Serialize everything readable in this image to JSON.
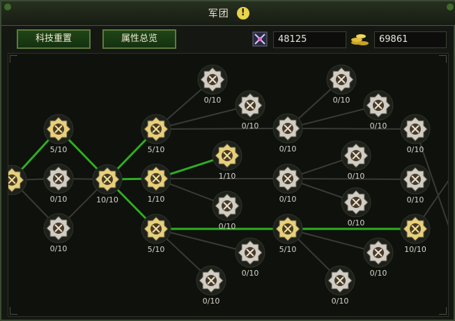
{
  "window": {
    "title": "军团"
  },
  "toolbar": {
    "tech_reset_label": "科技重置",
    "attributes_overview_label": "属性总览"
  },
  "resources": [
    {
      "icon": "crossed-swords-icon",
      "value": "48125"
    },
    {
      "icon": "gold-coins-icon",
      "value": "69861"
    }
  ],
  "colors": {
    "active_link": "#2fae22",
    "inactive_link": "#3a3a36",
    "node_gold": "#e6d07a"
  },
  "tech_nodes": [
    {
      "id": "n1",
      "icon": "shield-heart-icon",
      "level": "",
      "active": true
    },
    {
      "id": "n2",
      "icon": "crossed-swords-icon",
      "level": "5/10",
      "active": true
    },
    {
      "id": "n3",
      "icon": "shield-icon",
      "level": "0/10",
      "active": false
    },
    {
      "id": "n4",
      "icon": "heart-shield-icon",
      "level": "0/10",
      "active": false
    },
    {
      "id": "n5",
      "icon": "fist-icon",
      "level": "10/10",
      "active": true
    },
    {
      "id": "n6",
      "icon": "crossed-swords-icon",
      "level": "5/10",
      "active": true
    },
    {
      "id": "n7",
      "icon": "helmet-icon",
      "level": "1/10",
      "active": true
    },
    {
      "id": "n8",
      "icon": "shield-icon",
      "level": "5/10",
      "active": true
    },
    {
      "id": "n9",
      "icon": "crossed-arrows-icon",
      "level": "0/10",
      "active": false
    },
    {
      "id": "n10",
      "icon": "sword-icon",
      "level": "0/10",
      "active": false
    },
    {
      "id": "n11",
      "icon": "crossed-swords-icon",
      "level": "1/10",
      "active": true
    },
    {
      "id": "n12",
      "icon": "shield-icon",
      "level": "0/10",
      "active": false
    },
    {
      "id": "n13",
      "icon": "spear-icon",
      "level": "0/10",
      "active": false
    },
    {
      "id": "n14",
      "icon": "axe-icon",
      "level": "0/10",
      "active": false
    },
    {
      "id": "n15",
      "icon": "shield-icon",
      "level": "0/10",
      "active": false
    },
    {
      "id": "n16",
      "icon": "flame-icon",
      "level": "0/10",
      "active": false
    },
    {
      "id": "n17",
      "icon": "heart-shield-icon",
      "level": "5/10",
      "active": true
    },
    {
      "id": "n18",
      "icon": "compass-icon",
      "level": "0/10",
      "active": false
    },
    {
      "id": "n19",
      "icon": "runner-icon",
      "level": "0/10",
      "active": false
    },
    {
      "id": "n20",
      "icon": "percent-icon",
      "level": "0/10",
      "active": false
    },
    {
      "id": "n21",
      "icon": "horn-icon",
      "level": "0/10",
      "active": false
    },
    {
      "id": "n22",
      "icon": "sprout-icon",
      "level": "0/10",
      "active": false
    },
    {
      "id": "n23",
      "icon": "scroll-icon",
      "level": "0/10",
      "active": false
    },
    {
      "id": "n24",
      "icon": "heart-shield-icon",
      "level": "0/10",
      "active": false
    },
    {
      "id": "n25",
      "icon": "boot-icon",
      "level": "0/10",
      "active": false
    },
    {
      "id": "n26",
      "icon": "crossed-swords-icon",
      "level": "10/10",
      "active": true
    }
  ]
}
